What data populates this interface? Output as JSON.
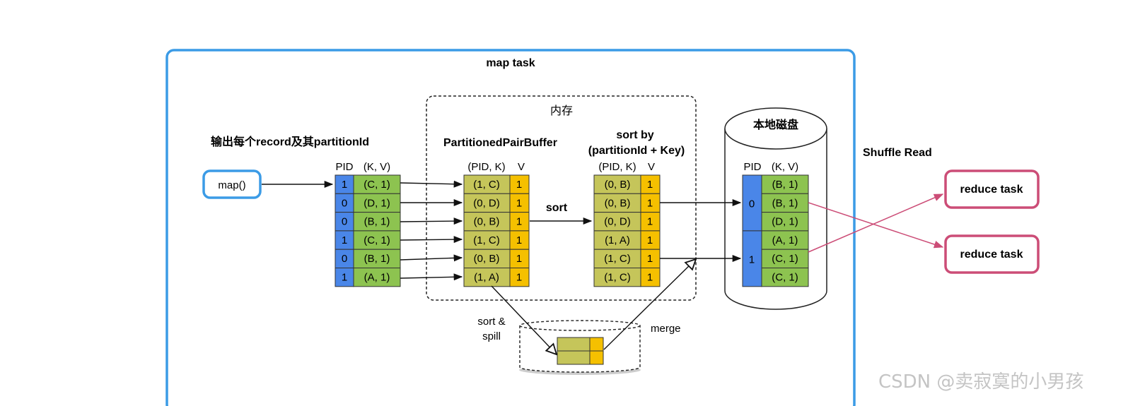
{
  "map_task": {
    "title": "map task"
  },
  "memory": {
    "title": "内存"
  },
  "disk": {
    "title": "本地磁盘"
  },
  "output_label": "输出每个record及其partitionId",
  "map_button": "map()",
  "shuffle_read": "Shuffle Read",
  "buffer_title": "PartitionedPairBuffer",
  "sort_by": {
    "line1": "sort by",
    "line2": "(partitionId + Key)"
  },
  "sort_label": "sort",
  "sort_spill": {
    "line1": "sort &",
    "line2": "spill"
  },
  "merge_label": "merge",
  "reduce_tasks": [
    "reduce task",
    "reduce task"
  ],
  "watermark": "CSDN @卖寂寞的小男孩",
  "table_output": {
    "headers": [
      "PID",
      "(K, V)"
    ],
    "rows": [
      {
        "pid": "1",
        "kv": "(C, 1)"
      },
      {
        "pid": "0",
        "kv": "(D, 1)"
      },
      {
        "pid": "0",
        "kv": "(B, 1)"
      },
      {
        "pid": "1",
        "kv": "(C, 1)"
      },
      {
        "pid": "0",
        "kv": "(B, 1)"
      },
      {
        "pid": "1",
        "kv": "(A, 1)"
      }
    ]
  },
  "table_buffer": {
    "headers": [
      "(PID, K)",
      "V"
    ],
    "rows": [
      {
        "pk": "(1, C)",
        "v": "1"
      },
      {
        "pk": "(0, D)",
        "v": "1"
      },
      {
        "pk": "(0, B)",
        "v": "1"
      },
      {
        "pk": "(1, C)",
        "v": "1"
      },
      {
        "pk": "(0, B)",
        "v": "1"
      },
      {
        "pk": "(1, A)",
        "v": "1"
      }
    ]
  },
  "table_sorted": {
    "headers": [
      "(PID, K)",
      "V"
    ],
    "rows": [
      {
        "pk": "(0, B)",
        "v": "1"
      },
      {
        "pk": "(0, B)",
        "v": "1"
      },
      {
        "pk": "(0, D)",
        "v": "1"
      },
      {
        "pk": "(1, A)",
        "v": "1"
      },
      {
        "pk": "(1, C)",
        "v": "1"
      },
      {
        "pk": "(1, C)",
        "v": "1"
      }
    ]
  },
  "table_disk": {
    "headers": [
      "PID",
      "(K, V)"
    ],
    "groups": [
      {
        "pid": "0",
        "kvs": [
          "(B, 1)",
          "(B, 1)",
          "(D, 1)"
        ]
      },
      {
        "pid": "1",
        "kvs": [
          "(A, 1)",
          "(C, 1)",
          "(C, 1)"
        ]
      }
    ]
  },
  "colors": {
    "map_task_border": "#3b9be6",
    "reduce_border": "#cc4d77",
    "pid_blue": "#4a86e8",
    "kv_green": "#8dc350",
    "olive": "#c5c55a",
    "v_yellow": "#f5c000"
  }
}
